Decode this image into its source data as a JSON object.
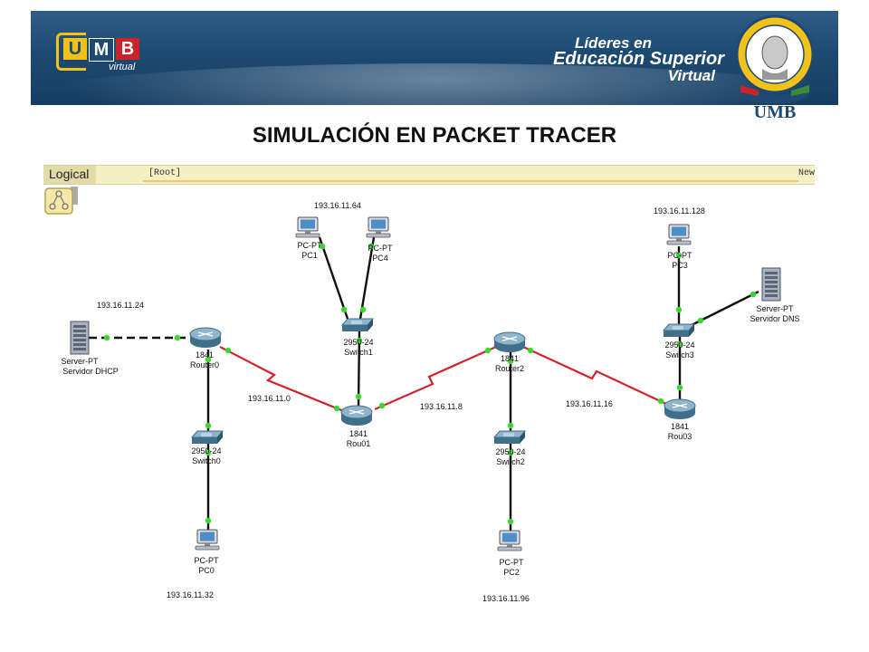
{
  "header": {
    "logo_letters": [
      "U",
      "M",
      "B"
    ],
    "logo_sub": "virtual",
    "slogan_line1": "Líderes en",
    "slogan_line2": "Educación Superior",
    "slogan_line3": "Virtual",
    "seal_text": "UMB"
  },
  "title": "SIMULACIÓN EN PACKET TRACER",
  "toolbar": {
    "logical_label": "Logical",
    "root_label": "[Root]",
    "right_label": "New"
  },
  "colors": {
    "banner": "#1d4a72",
    "serial_link": "#d2232a",
    "ethernet_link": "#111111",
    "link_light": "#3bd62f",
    "toolbar_bg": "#f4f0c4"
  },
  "devices": {
    "server_dhcp": {
      "type_label": "Server-PT",
      "name_label": "Servidor DHCP",
      "icon": "server-icon"
    },
    "server_dns": {
      "type_label": "Server-PT",
      "name_label": "Servidor DNS",
      "icon": "server-icon"
    },
    "router0": {
      "type_label": "1841",
      "name_label": "Router0",
      "icon": "router-icon"
    },
    "router1": {
      "type_label": "1841",
      "name_label": "Rou01",
      "icon": "router-icon"
    },
    "router2": {
      "type_label": "1841",
      "name_label": "Router2",
      "icon": "router-icon"
    },
    "router3": {
      "type_label": "1841",
      "name_label": "Rou03",
      "icon": "router-icon"
    },
    "switch0": {
      "type_label": "2950-24",
      "name_label": "Switch0",
      "icon": "switch-icon"
    },
    "switch1": {
      "type_label": "2950-24",
      "name_label": "Switch1",
      "icon": "switch-icon"
    },
    "switch2": {
      "type_label": "2950-24",
      "name_label": "Switch2",
      "icon": "switch-icon"
    },
    "switch3": {
      "type_label": "2950-24",
      "name_label": "Switch3",
      "icon": "switch-icon"
    },
    "pc0": {
      "type_label": "PC-PT",
      "name_label": "PC0",
      "icon": "pc-icon"
    },
    "pc1": {
      "type_label": "PC-PT",
      "name_label": "PC1",
      "icon": "pc-icon"
    },
    "pc2": {
      "type_label": "PC-PT",
      "name_label": "PC2",
      "icon": "pc-icon"
    },
    "pc3": {
      "type_label": "PC-PT",
      "name_label": "PC3",
      "icon": "pc-icon"
    },
    "pc4": {
      "type_label": "PC-PT",
      "name_label": "PC4",
      "icon": "pc-icon"
    }
  },
  "networks": {
    "net_dhcp": "193.16.11.24",
    "net_pc0": "193.16.11.32",
    "net_serial_0_1": "193.16.11.0",
    "net_pcs_1_4": "193.16.11.64",
    "net_serial_1_2": "193.16.11.8",
    "net_pc2": "193.16.11.96",
    "net_serial_2_3": "193.16.11.16",
    "net_pc3_dns": "193.16.11.128"
  }
}
